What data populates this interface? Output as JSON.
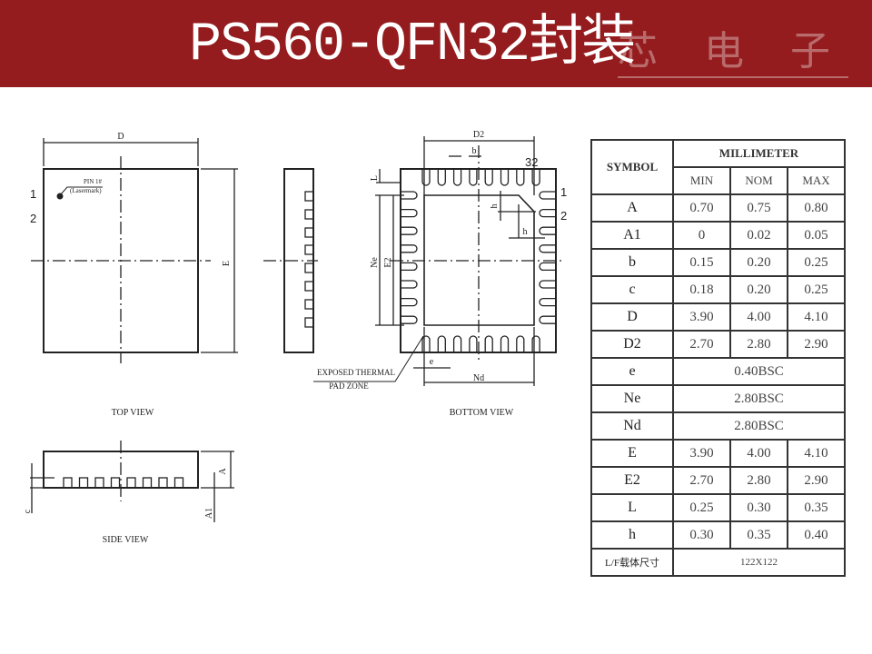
{
  "title": "PS560-QFN32封装",
  "watermark": "芯 电 子",
  "drawing": {
    "top_view": {
      "label": "TOP VIEW",
      "dim_d": "D",
      "dim_e": "E",
      "pin1_label": "PIN 1#",
      "pin1_sub": "(Lasermark)",
      "pin_1": "1",
      "pin_2": "2"
    },
    "bottom_view": {
      "label": "BOTTOM VIEW",
      "d2": "D2",
      "b": "b",
      "l": "L",
      "pin_32": "32",
      "pin_1": "1",
      "pin_2": "2",
      "h1": "h",
      "h2": "h",
      "ne": "Ne",
      "e2": "E2",
      "e": "e",
      "nd": "Nd",
      "pad_label_1": "EXPOSED THERMAL",
      "pad_label_2": "PAD ZONE"
    },
    "side_view": {
      "label": "SIDE VIEW",
      "a": "A",
      "a1": "A1",
      "c": "c"
    }
  },
  "table": {
    "symbol_header": "SYMBOL",
    "unit_header": "MILLIMETER",
    "min": "MIN",
    "nom": "NOM",
    "max": "MAX",
    "rows": [
      {
        "symbol": "A",
        "min": "0.70",
        "nom": "0.75",
        "max": "0.80"
      },
      {
        "symbol": "A1",
        "min": "0",
        "nom": "0.02",
        "max": "0.05"
      },
      {
        "symbol": "b",
        "min": "0.15",
        "nom": "0.20",
        "max": "0.25"
      },
      {
        "symbol": "c",
        "min": "0.18",
        "nom": "0.20",
        "max": "0.25"
      },
      {
        "symbol": "D",
        "min": "3.90",
        "nom": "4.00",
        "max": "4.10"
      },
      {
        "symbol": "D2",
        "min": "2.70",
        "nom": "2.80",
        "max": "2.90"
      },
      {
        "symbol": "e",
        "span": "0.40BSC"
      },
      {
        "symbol": "Ne",
        "span": "2.80BSC"
      },
      {
        "symbol": "Nd",
        "span": "2.80BSC"
      },
      {
        "symbol": "E",
        "min": "3.90",
        "nom": "4.00",
        "max": "4.10"
      },
      {
        "symbol": "E2",
        "min": "2.70",
        "nom": "2.80",
        "max": "2.90"
      },
      {
        "symbol": "L",
        "min": "0.25",
        "nom": "0.30",
        "max": "0.35"
      },
      {
        "symbol": "h",
        "min": "0.30",
        "nom": "0.35",
        "max": "0.40"
      },
      {
        "symbol": "L/F载体尺寸",
        "span": "122X122"
      }
    ]
  }
}
